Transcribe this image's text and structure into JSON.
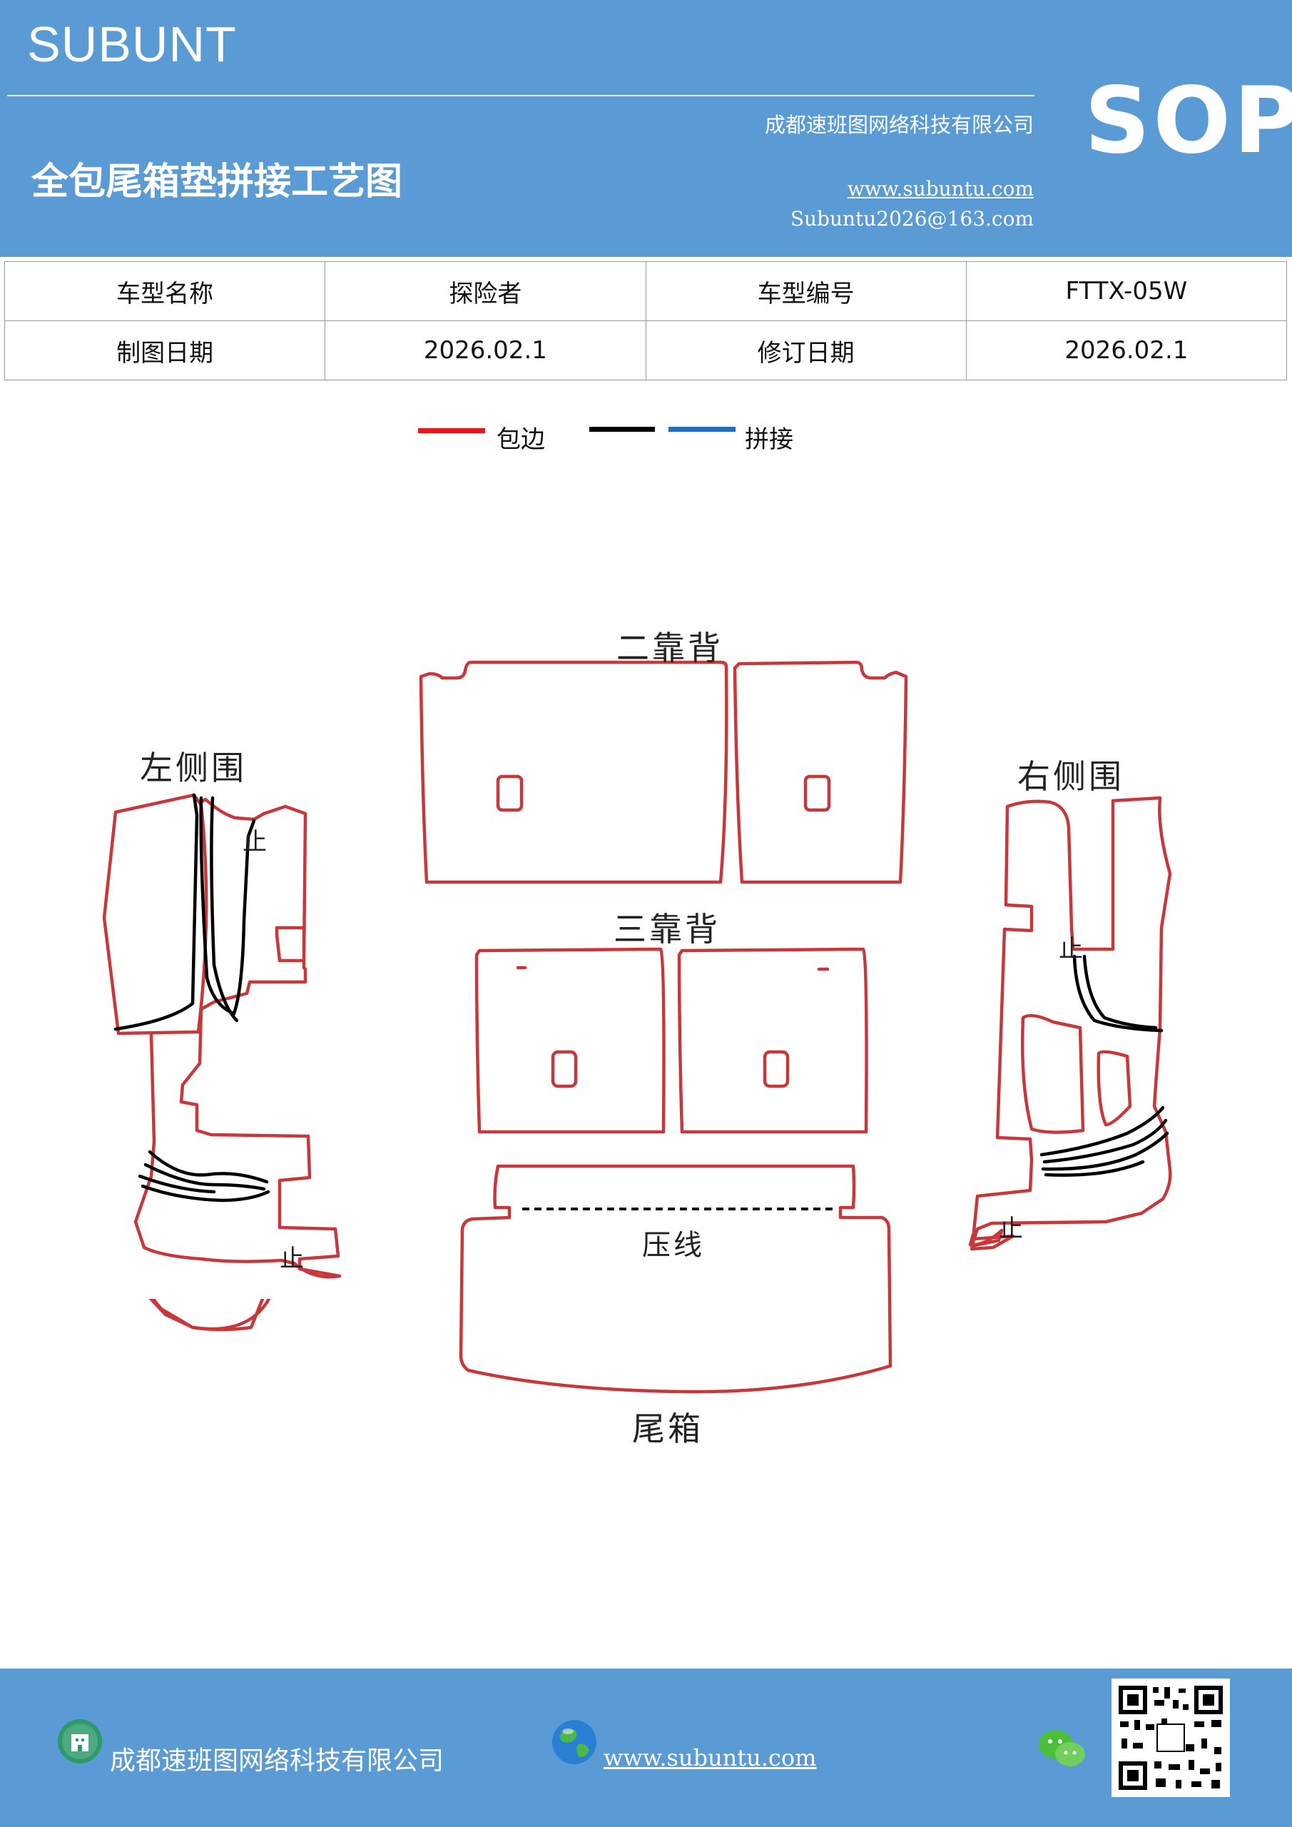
{
  "header": {
    "brand": "SUBUNT",
    "title": "全包尾箱垫拼接工艺图",
    "company": "成都速班图网络科技有限公司",
    "website": "www.subuntu.com",
    "email": "Subuntu2026@163.com",
    "badge": "SOP"
  },
  "info": {
    "rows": [
      [
        "车型名称",
        "探险者",
        "车型编号",
        "FTTX-05W"
      ],
      [
        "制图日期",
        "2026.02.1",
        "修订日期",
        "2026.02.1"
      ]
    ]
  },
  "legend": {
    "edge_label": "包边",
    "splice_label": "拼接",
    "colors": {
      "edge": "#e8151c",
      "black": "#000000",
      "blue": "#1f6fc0"
    }
  },
  "diagram": {
    "second_back": "二靠背",
    "third_back": "三靠背",
    "left_side": "左侧围",
    "right_side": "右侧围",
    "press_line": "压线",
    "trunk": "尾箱",
    "stop_mark": "止",
    "outline_color": "#c8383a"
  },
  "footer": {
    "company": "成都速班图网络科技有限公司",
    "website": "www.subuntu.com"
  }
}
